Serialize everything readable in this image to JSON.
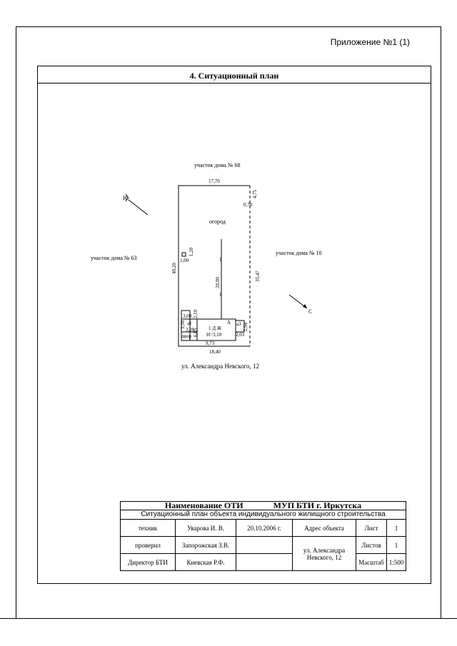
{
  "appendix": "Приложение №1 (1)",
  "title": "4. Ситуационный план",
  "plan": {
    "top_neighbor": "участок дома № 68",
    "left_neighbor": "участок дома № 63",
    "right_neighbor": "участок дома № 10",
    "street": "ул. Александра Невского, 12",
    "garden": "огород",
    "house": "1 Д Ж",
    "house_height": "Н=3,10",
    "yard": "двор",
    "letter_a": "А",
    "a1": "а1",
    "a3": "а3",
    "north": "С",
    "south": "Ю",
    "dims": {
      "top": "17,70",
      "left": "40,20",
      "right": "35,47",
      "bottom": "18,40",
      "bottom_inner": "9,73",
      "corner_right": "4,75",
      "corner_right2": "0,70",
      "center": "20,00",
      "well": "1,00",
      "well2": "1,20",
      "d_300": "3,00",
      "d_210": "2,10",
      "d_330": "3,30",
      "d_320": "3,20",
      "d_605": "6,05",
      "d_294": "2,94",
      "d_203": "2,03",
      "mark_1a": "1",
      "mark_1b": "1"
    }
  },
  "stamp": {
    "org_name_label": "Наименование ОТИ",
    "org_name": "МУП БТИ г. Иркутска",
    "doc_title": "Ситуационный план объекта индивидуального жилищного строительства",
    "rows": [
      {
        "role": "техник",
        "name": "Уварова И. В.",
        "date": "20.10.2006 г."
      },
      {
        "role": "проверил",
        "name": "Запорожская З.В.",
        "date": ""
      },
      {
        "role": "Директор БТИ",
        "name": "Киевская Р.Ф.",
        "date": ""
      }
    ],
    "address_label": "Адрес объекта",
    "address": "ул. Александра Невского, 12",
    "sheet_label": "Лист",
    "sheet": "1",
    "sheets_label": "Листов",
    "sheets": "1",
    "scale_label": "Масштаб",
    "scale": "1:500"
  }
}
